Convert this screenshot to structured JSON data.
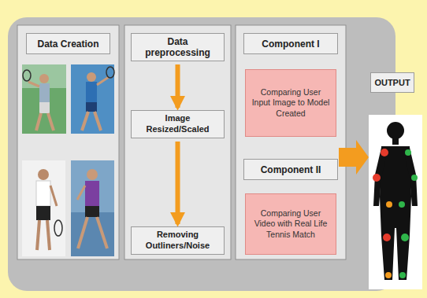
{
  "diagram": {
    "nodes": [
      {
        "text": [
          "Data Creation"
        ]
      },
      {
        "text": [
          "Data preprocessing"
        ]
      },
      {
        "text": [
          "Image Resized/Scaled"
        ]
      },
      {
        "text": [
          "Removing Outliners/Noise"
        ]
      },
      {
        "text": [
          "Component I"
        ]
      },
      {
        "text": [
          "Comparing User Input Image to Model Created"
        ]
      },
      {
        "text": [
          "Component II"
        ]
      },
      {
        "text": [
          "Comparing User Video with Real Life Tennis Match"
        ]
      },
      {
        "text": [
          "OUTPUT"
        ]
      }
    ],
    "edges": [
      {
        "from": 1,
        "to": 2,
        "arrow": "to"
      },
      {
        "from": 2,
        "to": 3,
        "arrow": "to"
      }
    ]
  }
}
